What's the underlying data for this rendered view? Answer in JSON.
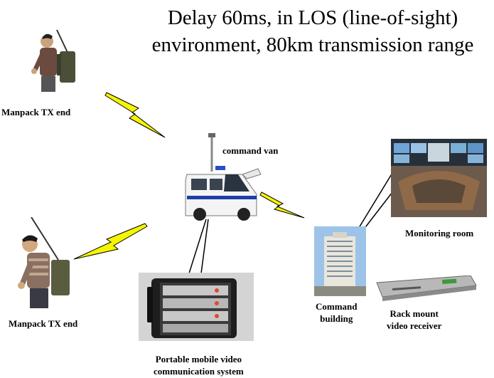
{
  "title": {
    "line1": "Delay 60ms, in LOS (line-of-sight)",
    "line2": "environment, 80km transmission range"
  },
  "labels": {
    "manpack_top": "Manpack TX end",
    "manpack_bottom": "Manpack TX end",
    "command_van": "command van",
    "monitoring_room": "Monitoring room",
    "command_building_1": "Command",
    "command_building_2": "building",
    "rack_1": "Rack mount",
    "rack_2": "video receiver",
    "portable_1": "Portable mobile video",
    "portable_2": "communication system"
  },
  "colors": {
    "lightning_fill": "#f5f500",
    "lightning_stroke": "#000000",
    "link_line": "#000000"
  },
  "icons": [
    "lightning-bolt-icon",
    "antenna-icon"
  ]
}
